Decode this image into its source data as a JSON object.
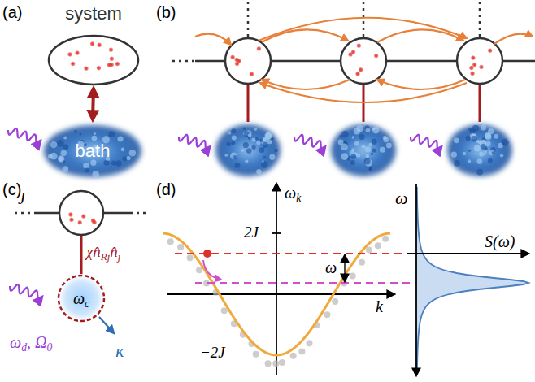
{
  "diagram": {
    "nodes": [
      {
        "text": [
          "system"
        ]
      },
      {
        "text": [
          "bath"
        ]
      },
      {
        "text": [
          "ωc"
        ]
      }
    ],
    "edges": [
      {
        "from": 0,
        "to": 1,
        "arrow": "both"
      }
    ],
    "labels": [
      "(a)",
      "(b)",
      "(c)",
      "J",
      "χn̂Rjn̂j",
      "ωd, Ω0",
      "κ",
      "(d)",
      "ωk",
      "2J",
      "ω",
      "k",
      "−2J",
      "ω",
      "S(ω)"
    ]
  }
}
